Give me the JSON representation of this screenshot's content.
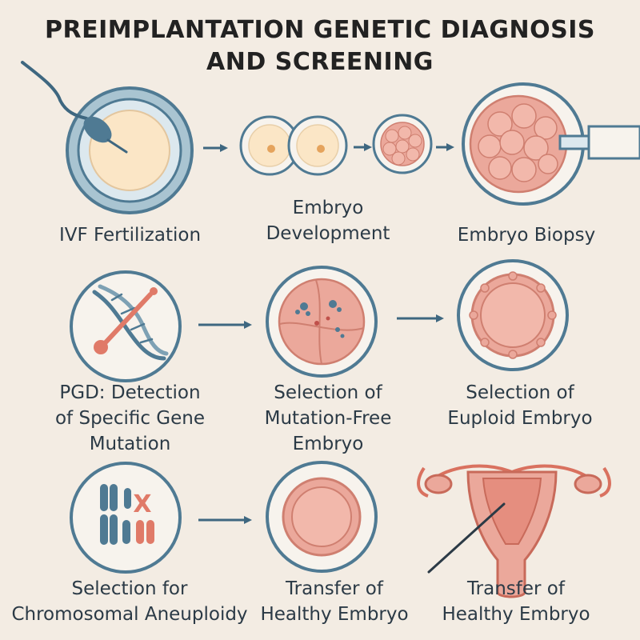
{
  "title": {
    "line1": "PREIMPLANTATION GENETIC DIAGNOSIS",
    "line2": "AND SCREENING"
  },
  "steps": {
    "ivf": {
      "lines": [
        "IVF Fertilization"
      ]
    },
    "development": {
      "lines": [
        "Embryo",
        "Development"
      ]
    },
    "biopsy": {
      "lines": [
        "Embryo Biopsy"
      ]
    },
    "pgd": {
      "lines": [
        "PGD: Detection",
        "of Specific Gene",
        "Mutation"
      ]
    },
    "mutation_free": {
      "lines": [
        "Selection of",
        "Mutation-Free",
        "Embryo"
      ]
    },
    "euploid": {
      "lines": [
        "Selection of",
        "Euploid Embryo"
      ]
    },
    "aneuploidy": {
      "lines": [
        "Selection for",
        "Chromosomal Aneuploidy"
      ]
    },
    "transfer_a": {
      "lines": [
        "Transfer of",
        "Healthy Embryo"
      ]
    },
    "transfer_b": {
      "lines": [
        "Transfer of",
        "Healthy Embryo"
      ]
    }
  },
  "chromosome_mark": "X",
  "colors": {
    "background": "#f3ece3",
    "ring_blue": "#4f7a93",
    "ring_light": "#bcd2dc",
    "embryo_pink": "#eba89b",
    "egg_cream": "#fbe6c6",
    "accent_red": "#e07a68",
    "arrow": "#3e6780"
  },
  "icons": [
    "sperm-icon",
    "egg-icon",
    "two-cell-icon",
    "morula-icon",
    "blastocyst-icon",
    "biopsy-pipette-icon",
    "dna-icon",
    "cut-tool-icon",
    "chromosome-icon",
    "uterus-icon",
    "catheter-icon",
    "arrow-icon"
  ]
}
